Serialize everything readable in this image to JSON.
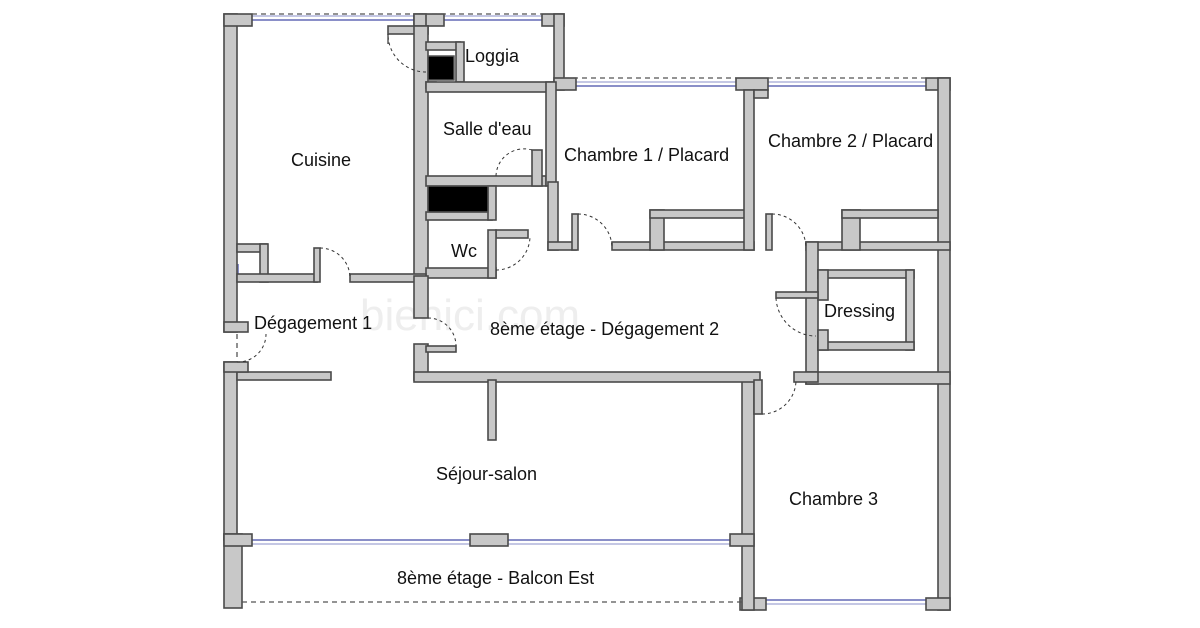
{
  "plan": {
    "rooms": {
      "loggia": "Loggia",
      "salle_eau": "Salle d'eau",
      "cuisine": "Cuisine",
      "chambre1": "Chambre 1 / Placard",
      "chambre2": "Chambre 2 / Placard",
      "wc": "Wc",
      "dressing": "Dressing",
      "degagement1": "Dégagement 1",
      "degagement2": "8ème étage - Dégagement 2",
      "sejour": "Séjour-salon",
      "chambre3": "Chambre 3",
      "balcon": "8ème étage - Balcon Est"
    },
    "watermark": "bienici.com",
    "colors": {
      "wall_fill": "#c8c8c8",
      "wall_stroke": "#4a4a4a",
      "window": "#8a8fc8",
      "fixture": "#000000",
      "background": "#ffffff"
    }
  }
}
